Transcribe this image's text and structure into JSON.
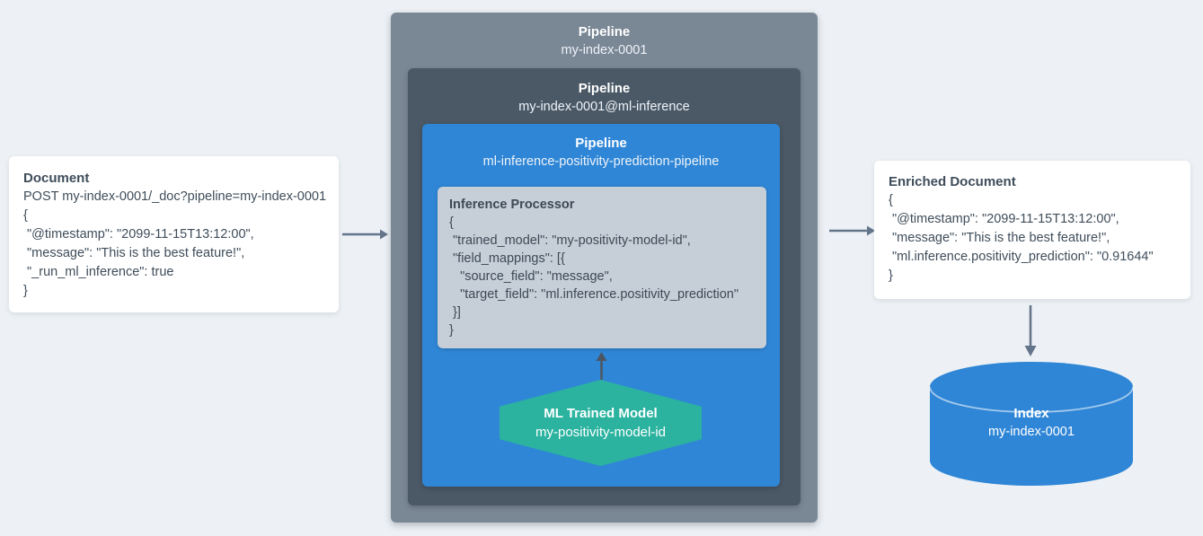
{
  "colors": {
    "background": "#edf1f5",
    "card_bg": "#ffffff",
    "card_text": "#3f4d5a",
    "outer_pipeline_bg": "#7a8795",
    "ml_pipeline_bg": "#4b5967",
    "inference_pipeline_bg": "#2f86d6",
    "processor_bg": "#c6cfd8",
    "processor_text": "#3d4956",
    "model_hexagon_bg": "#2bb3a0",
    "index_cylinder_bg": "#2f86d6",
    "arrow": "#64748b"
  },
  "document_card": {
    "title": "Document",
    "lines": [
      "POST my-index-0001/_doc?pipeline=my-index-0001",
      "{",
      " \"@timestamp\": \"2099-11-15T13:12:00\",",
      " \"message\": \"This is the best feature!\",",
      " \"_run_ml_inference\": true",
      "}"
    ]
  },
  "pipelines": {
    "outer": {
      "label": "Pipeline",
      "name": "my-index-0001"
    },
    "ml_inference": {
      "label": "Pipeline",
      "name": "my-index-0001@ml-inference"
    },
    "positivity": {
      "label": "Pipeline",
      "name": "ml-inference-positivity-prediction-pipeline"
    }
  },
  "inference_processor": {
    "title": "Inference Processor",
    "lines": [
      "{",
      " \"trained_model\": \"my-positivity-model-id\",",
      " \"field_mappings\": [{",
      "   \"source_field\": \"message\",",
      "   \"target_field\": \"ml.inference.positivity_prediction\"",
      " }]",
      "}"
    ]
  },
  "ml_trained_model": {
    "title": "ML Trained Model",
    "name": "my-positivity-model-id"
  },
  "enriched_card": {
    "title": "Enriched Document",
    "lines": [
      "{",
      " \"@timestamp\": \"2099-11-15T13:12:00\",",
      " \"message\": \"This is the best feature!\",",
      " \"ml.inference.positivity_prediction\": \"0.91644\"",
      "}"
    ]
  },
  "index": {
    "title": "Index",
    "name": "my-index-0001"
  }
}
